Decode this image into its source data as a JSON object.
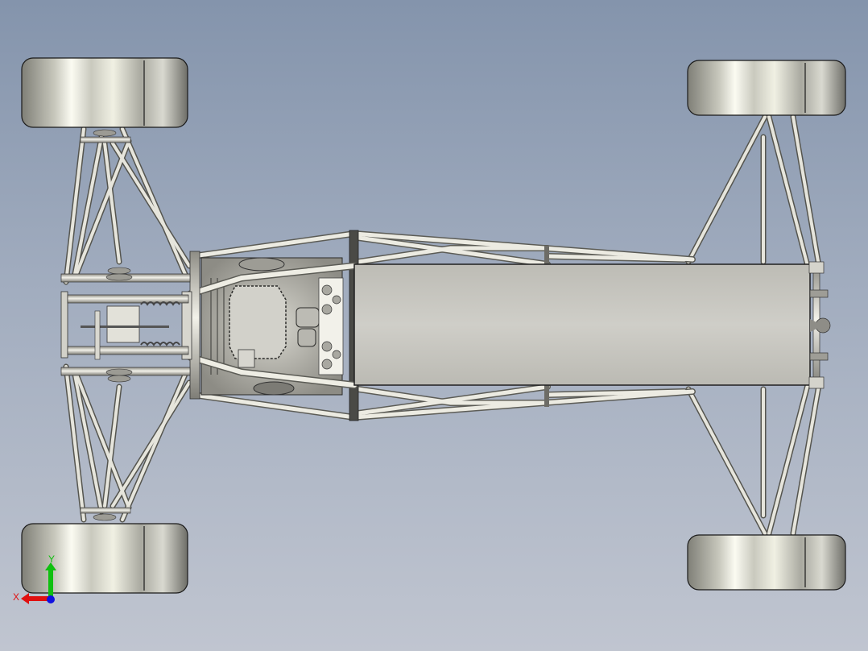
{
  "viewport": {
    "kind": "3D CAD model viewport - top view",
    "background_top": "#8494ac",
    "background_bottom": "#c0c5d0"
  },
  "model": {
    "name": "formula car chassis",
    "parts": [
      "front-left-wheel",
      "front-right-wheel",
      "rear-left-wheel",
      "rear-right-wheel",
      "tube-frame",
      "engine",
      "cockpit-floor-panel",
      "rear-suspension",
      "steering-rack"
    ],
    "colors": {
      "tube": "#d9d8cf",
      "tube_shade": "#8e8d85",
      "panel": "#c9c8c2",
      "tire_light": "#f4f4ea",
      "tire_dark": "#7d7d75",
      "outline": "#1e1e1e"
    }
  },
  "triad": {
    "x_label": "X",
    "y_label": "Y",
    "x_color": "#e01010",
    "y_color": "#10c010",
    "z_color": "#1010e0"
  }
}
